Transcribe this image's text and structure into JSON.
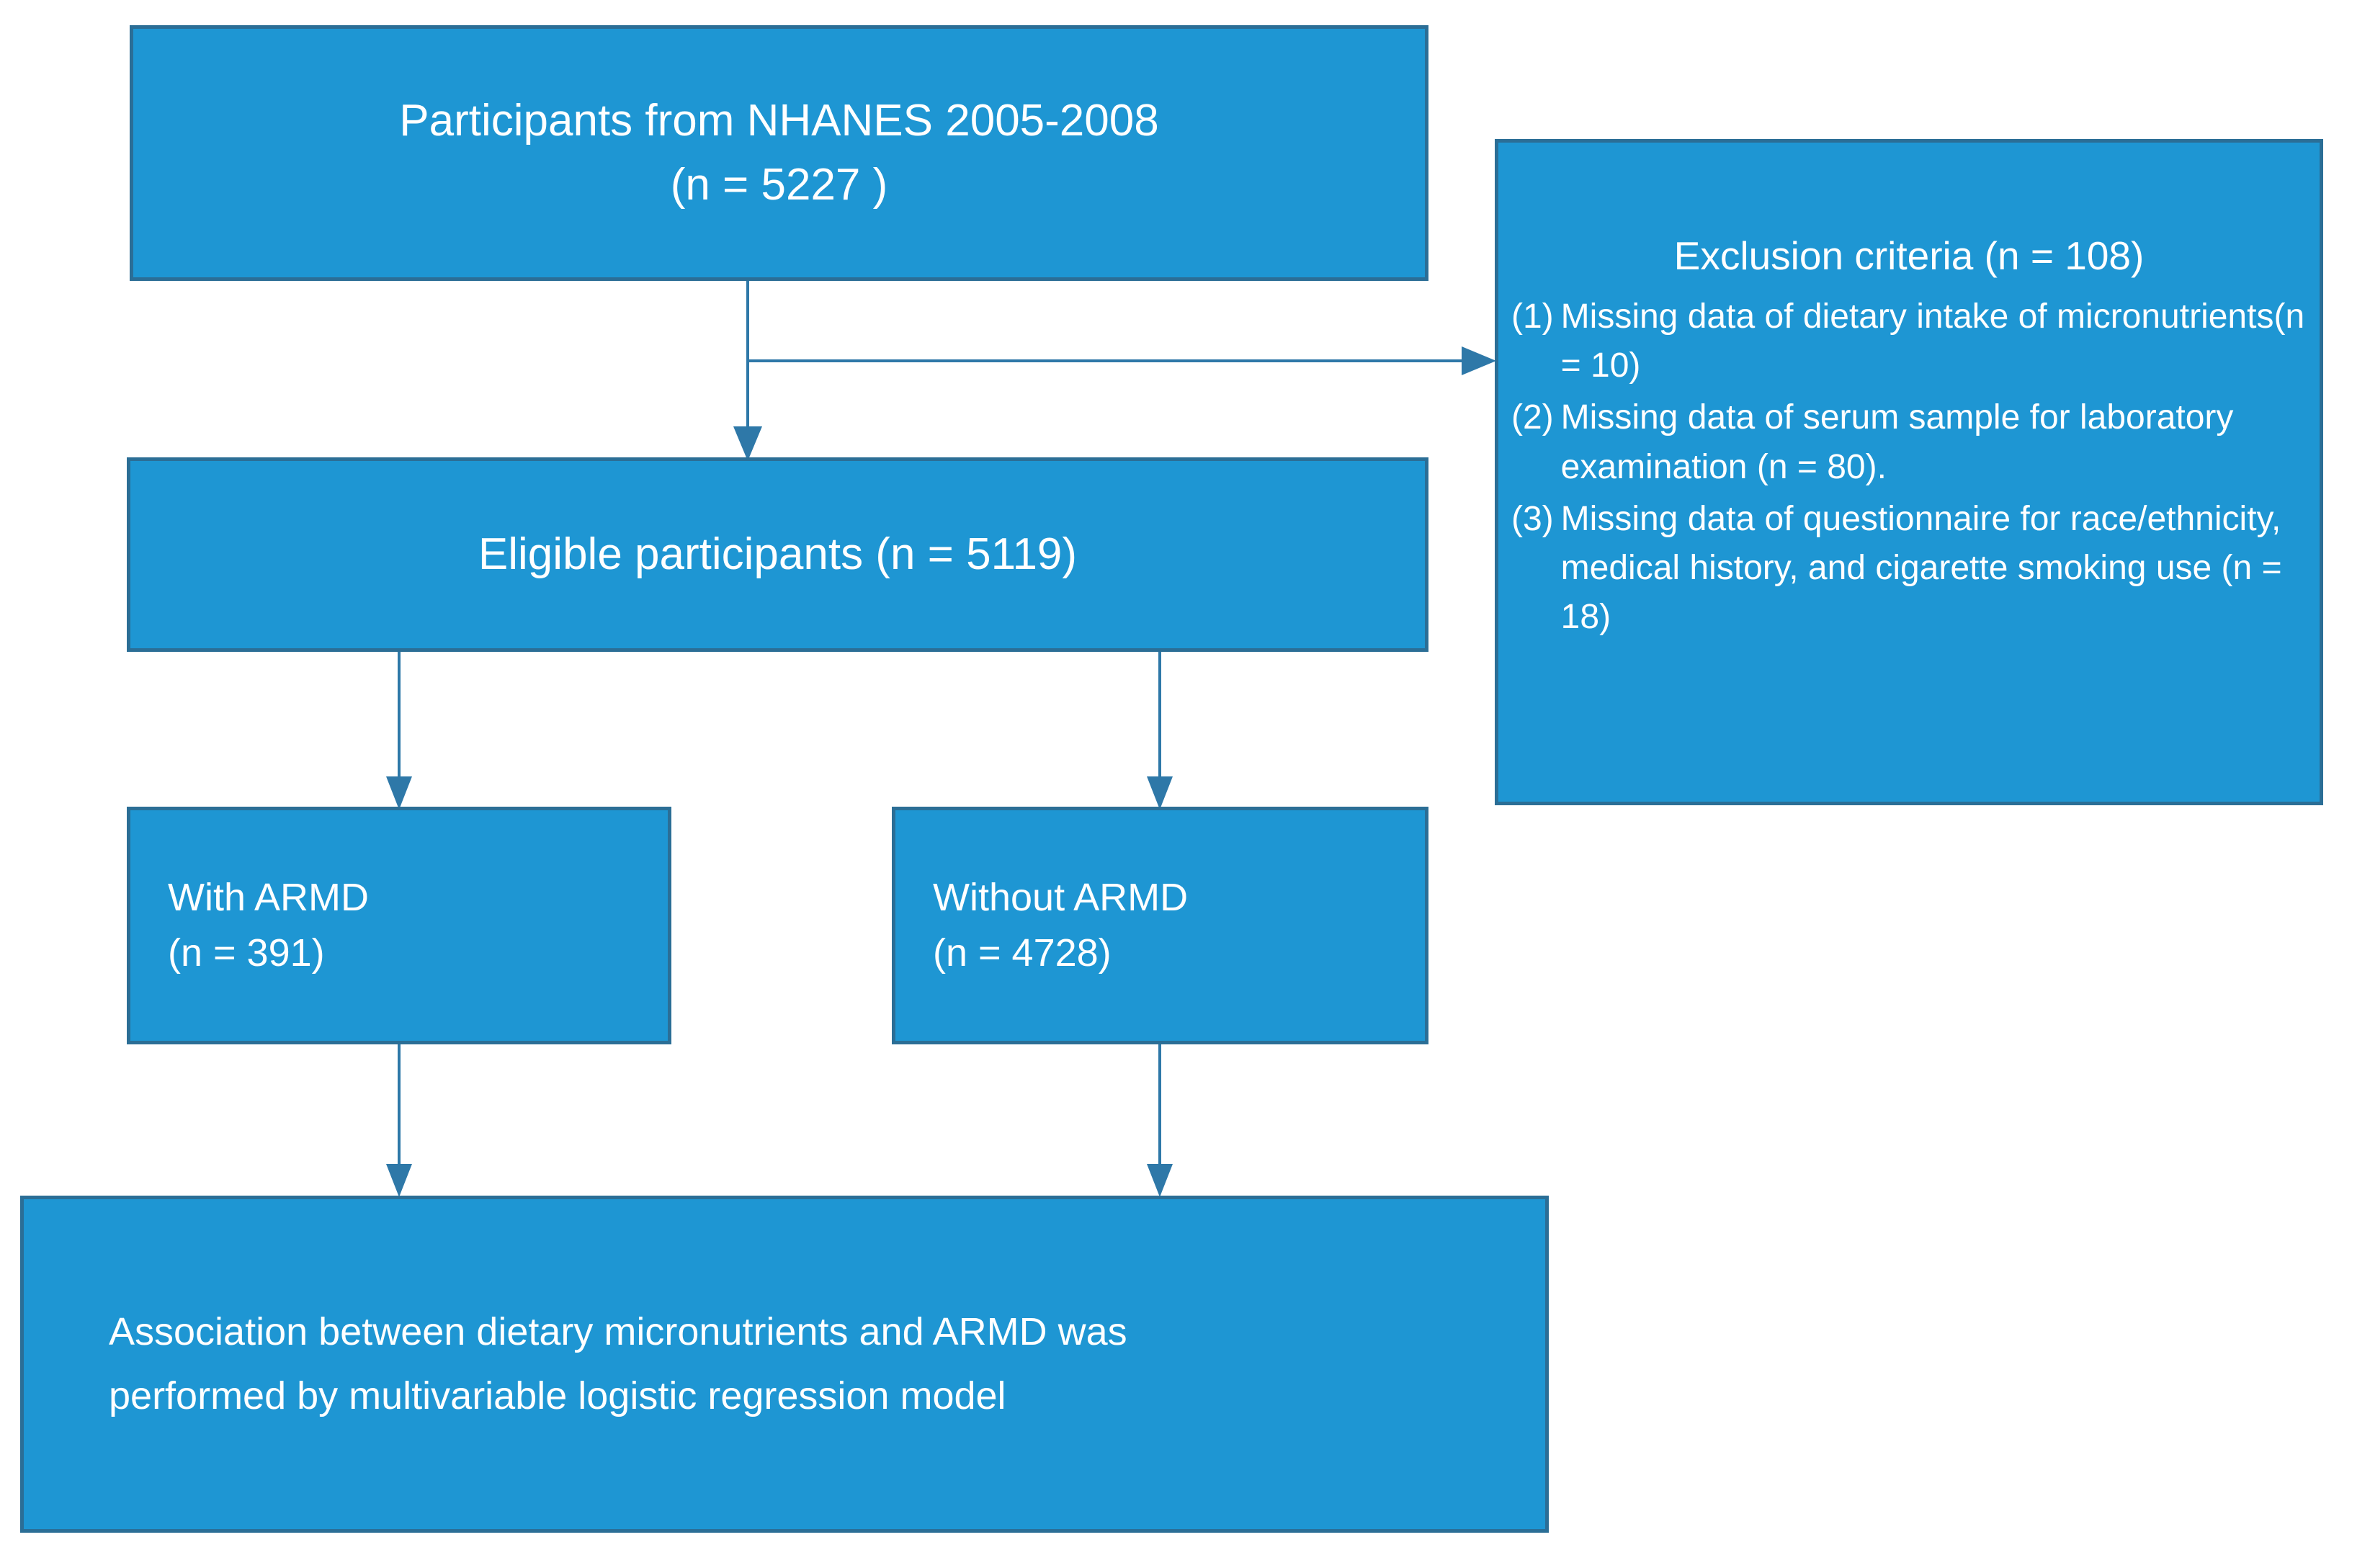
{
  "diagram": {
    "title": "NHANES 2005-2008 ARMD study participant flow",
    "colors": {
      "box_fill": "#1e96d3",
      "box_border": "#2b6e96",
      "box_text": "#ffffff",
      "connector": "#2e78a8",
      "background": "#ffffff"
    }
  },
  "boxes": {
    "participants": {
      "line1": "Participants from NHANES 2005-2008",
      "line2": "(n = 5227 )"
    },
    "eligible": {
      "line1": "Eligible participants (n = 5119)"
    },
    "with_armd": {
      "line1": "With ARMD",
      "line2": "(n = 391)"
    },
    "without_armd": {
      "line1": "Without ARMD",
      "line2": "(n = 4728)"
    },
    "association": {
      "line1": "Association between dietary micronutrients and ARMD was",
      "line2": "performed by multivariable logistic regression model"
    },
    "exclusion": {
      "title": "Exclusion criteria (n = 108)",
      "items": [
        {
          "number": "(1)",
          "text": "Missing data of dietary intake of micronutrients(n = 10)"
        },
        {
          "number": "(2)",
          "text": "Missing data of serum sample for laboratory examination (n = 80)."
        },
        {
          "number": "(3)",
          "text": "Missing data of questionnaire for race/ethnicity, medical history, and cigarette smoking use (n = 18)"
        }
      ]
    }
  },
  "connectors": [
    {
      "name": "participants-to-eligible",
      "from": "participants",
      "to": "eligible",
      "direction": "down"
    },
    {
      "name": "participants-to-exclusion",
      "from": "participants",
      "to": "exclusion",
      "direction": "right"
    },
    {
      "name": "eligible-to-with-armd",
      "from": "eligible",
      "to": "with_armd",
      "direction": "down"
    },
    {
      "name": "eligible-to-without-armd",
      "from": "eligible",
      "to": "without_armd",
      "direction": "down"
    },
    {
      "name": "with-armd-to-association",
      "from": "with_armd",
      "to": "association",
      "direction": "down"
    },
    {
      "name": "without-armd-to-association",
      "from": "without_armd",
      "to": "association",
      "direction": "down"
    }
  ]
}
